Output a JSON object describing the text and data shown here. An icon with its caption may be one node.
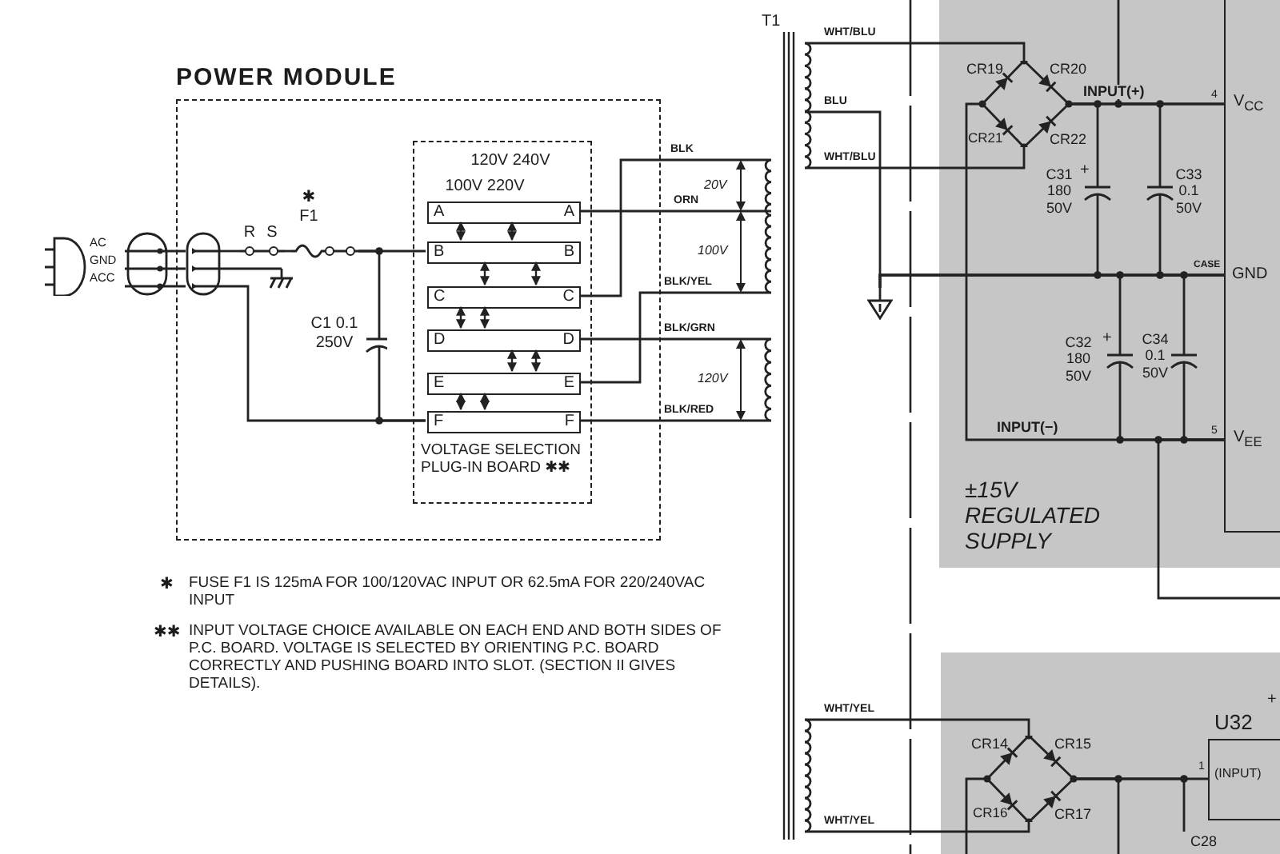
{
  "diagram": {
    "nodes": [
      {
        "text": [
          "POWER MODULE"
        ]
      },
      {
        "text": [
          "120V 240V",
          "100V 220V",
          "VOLTAGE SELECTION PLUG-IN BOARD ✱✱"
        ],
        "in": 0
      },
      {
        "text": [
          "A",
          "A"
        ],
        "in": 1
      },
      {
        "text": [
          "B",
          "B"
        ],
        "in": 1
      },
      {
        "text": [
          "C",
          "C"
        ],
        "in": 1
      },
      {
        "text": [
          "D",
          "D"
        ],
        "in": 1
      },
      {
        "text": [
          "E",
          "E"
        ],
        "in": 1
      },
      {
        "text": [
          "F",
          "F"
        ],
        "in": 1
      },
      {
        "text": [
          "AC",
          "GND",
          "ACC"
        ]
      },
      {
        "text": [],
        "shape": "oval",
        "in": 0
      },
      {
        "text": [
          "R",
          "S"
        ],
        "in": 0
      },
      {
        "text": [
          "✱",
          "F1"
        ],
        "in": 0
      },
      {
        "text": [
          "C1 0.1 250V"
        ],
        "in": 0
      },
      {
        "text": [],
        "shape": "ground",
        "in": 0
      },
      {
        "text": [
          "T1"
        ]
      },
      {
        "text": [],
        "shape": "triangle"
      },
      {
        "text": [
          "±15V REGULATED SUPPLY"
        ]
      },
      {
        "text": [
          "CR19",
          "CR20",
          "CR21",
          "CR22"
        ],
        "in": 16
      },
      {
        "text": [
          "+",
          "C31 180 50V"
        ],
        "in": 16
      },
      {
        "text": [
          "C33 0.1 50V"
        ],
        "in": 16
      },
      {
        "text": [
          "+",
          "C32 180 50V"
        ],
        "in": 16
      },
      {
        "text": [
          "C34 0.1 50V"
        ],
        "in": 16
      },
      {
        "text": [
          "V$_{CC}$",
          "GND",
          "V$_{EE}$"
        ],
        "in": 16
      },
      {
        "text": [],
        "shape": "box"
      },
      {
        "text": [
          "CR14",
          "CR15",
          "CR16",
          "CR17"
        ],
        "in": 23
      },
      {
        "text": [
          "U32",
          "(INPUT)"
        ],
        "in": 23,
        "beside": [
          "+"
        ]
      },
      {
        "text": [
          "C28"
        ],
        "in": 23
      }
    ],
    "edges": [
      {
        "from": 8,
        "to": 9,
        "arrow": "none"
      },
      {
        "from": 9,
        "to": 10,
        "arrow": "none"
      },
      {
        "from": 10,
        "to": 11,
        "arrow": "none"
      },
      {
        "from": 11,
        "to": 3,
        "arrow": "none"
      },
      {
        "from": 9,
        "to": 13,
        "arrow": "none"
      },
      {
        "from": 9,
        "to": 7,
        "arrow": "none"
      },
      {
        "from": 2,
        "to": 14,
        "arrow": "none",
        "label": "ORN"
      },
      {
        "from": 4,
        "to": 14,
        "arrow": "none",
        "label": "BLK"
      },
      {
        "from": 6,
        "to": 14,
        "arrow": "none",
        "label": "BLK/YEL"
      },
      {
        "from": 5,
        "to": 14,
        "arrow": "none",
        "label": "BLK/GRN"
      },
      {
        "from": 7,
        "to": 14,
        "arrow": "none",
        "label": "BLK/RED"
      },
      {
        "from": 14,
        "to": 17,
        "arrow": "none",
        "label": "WHT/BLU"
      },
      {
        "from": 14,
        "to": 15,
        "arrow": "none",
        "label": "BLU"
      },
      {
        "from": 14,
        "to": 17,
        "arrow": "none",
        "label": "WHT/BLU"
      },
      {
        "from": 17,
        "to": 22,
        "arrow": "none",
        "label": "INPUT(+)"
      },
      {
        "from": 17,
        "to": 22,
        "arrow": "none",
        "label": "INPUT(−)"
      },
      {
        "from": 15,
        "to": 22,
        "arrow": "none",
        "label": "CASE"
      },
      {
        "from": null,
        "to": 22,
        "arrow": "none"
      },
      {
        "from": 22,
        "to": null,
        "arrow": "none"
      },
      {
        "from": 14,
        "to": 24,
        "arrow": "none",
        "label": "WHT/YEL"
      },
      {
        "from": 14,
        "to": 24,
        "arrow": "none",
        "label": "WHT/YEL"
      },
      {
        "from": 24,
        "to": 25,
        "arrow": "none"
      },
      {
        "from": 24,
        "to": null,
        "arrow": "none"
      },
      {
        "from": 11,
        "to": 12,
        "arrow": "none"
      },
      {
        "from": 12,
        "to": 7,
        "arrow": "none"
      },
      {
        "from": 17,
        "to": 18,
        "arrow": "none"
      },
      {
        "from": 18,
        "to": 22,
        "arrow": "none"
      },
      {
        "from": 17,
        "to": 19,
        "arrow": "none"
      },
      {
        "from": 19,
        "to": 22,
        "arrow": "none"
      },
      {
        "from": 15,
        "to": 20,
        "arrow": "none"
      },
      {
        "from": 20,
        "to": 22,
        "arrow": "none"
      },
      {
        "from": 15,
        "to": 21,
        "arrow": "none"
      },
      {
        "from": 21,
        "to": 22,
        "arrow": "none"
      },
      {
        "from": 24,
        "to": null,
        "arrow": "none"
      },
      {
        "from": 24,
        "to": 26,
        "arrow": "none"
      },
      {
        "from": 2,
        "to": 3,
        "arrow": "both"
      },
      {
        "from": 2,
        "to": 3,
        "arrow": "both"
      },
      {
        "from": 3,
        "to": 4,
        "arrow": "both"
      },
      {
        "from": 4,
        "to": 5,
        "arrow": "both"
      },
      {
        "from": 3,
        "to": 4,
        "arrow": "both"
      },
      {
        "from": 4,
        "to": 5,
        "arrow": "both"
      },
      {
        "from": 5,
        "to": 6,
        "arrow": "both"
      },
      {
        "from": 5,
        "to": 6,
        "arrow": "both"
      },
      {
        "from": 6,
        "to": 7,
        "arrow": "both"
      },
      {
        "from": 6,
        "to": 7,
        "arrow": "both"
      }
    ],
    "labels": [
      "20V",
      "4",
      "100V",
      "120V",
      "5",
      "✱",
      "FUSE F1 IS 125mA FOR 100/120VAC INPUT OR 62.5mA FOR 220/240VAC INPUT",
      "✱✱",
      "INPUT VOLTAGE CHOICE AVAILABLE ON EACH END AND BOTH SIDES OF P.C. BOARD. VOLTAGE IS SELECTED BY ORIENTING P.C. BOARD CORRECTLY AND PUSHING BOARD INTO SLOT. (SECTION II GIVES DETAILS).",
      "1"
    ]
  }
}
